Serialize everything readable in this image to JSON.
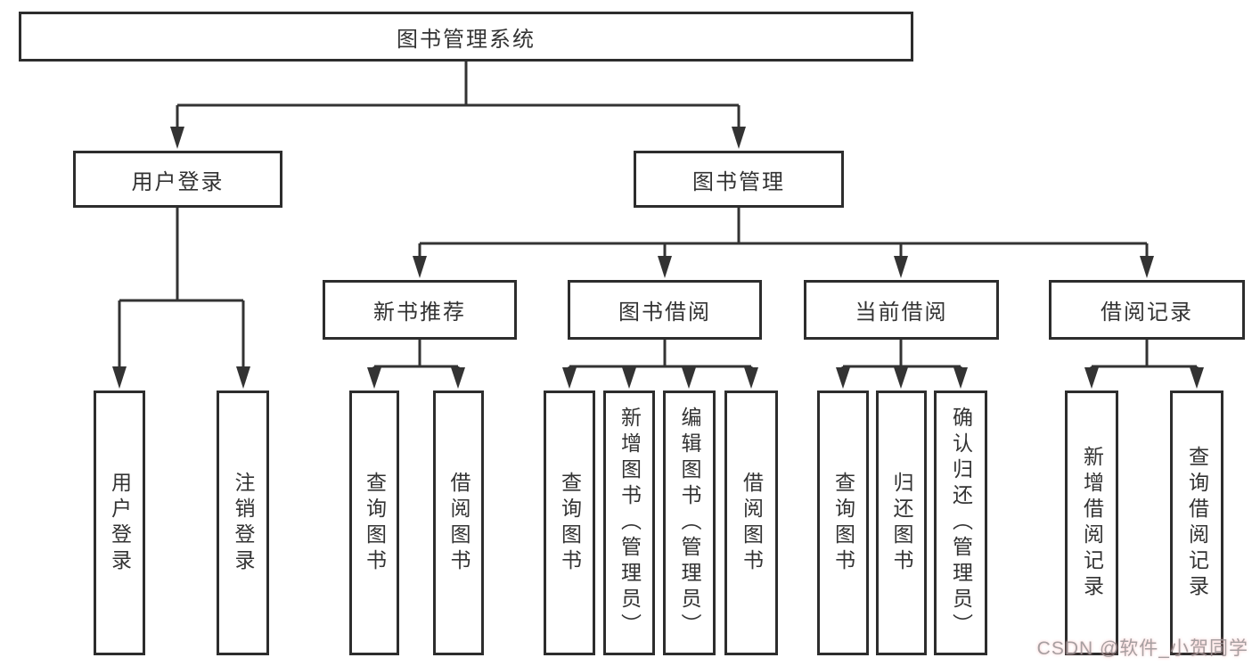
{
  "diagram": {
    "type": "hierarchy-tree",
    "title": "图书管理系统",
    "watermark": "CSDN @软件_小贺同学",
    "colors": {
      "background": "#ffffff",
      "line": "#333333",
      "box_border": "#2d2d2d",
      "text": "#333333",
      "watermark": "#9d9597"
    },
    "nodes": [
      {
        "id": "root",
        "label": "图书管理系统",
        "level": 1,
        "orientation": "horizontal"
      },
      {
        "id": "user-login",
        "label": "用户登录",
        "level": 2,
        "orientation": "horizontal"
      },
      {
        "id": "book-management",
        "label": "图书管理",
        "level": 2,
        "orientation": "horizontal"
      },
      {
        "id": "new-book-recommend",
        "label": "新书推荐",
        "level": 3,
        "orientation": "horizontal"
      },
      {
        "id": "book-borrowing",
        "label": "图书借阅",
        "level": 3,
        "orientation": "horizontal"
      },
      {
        "id": "current-borrowing",
        "label": "当前借阅",
        "level": 3,
        "orientation": "horizontal"
      },
      {
        "id": "borrowing-records",
        "label": "借阅记录",
        "level": 3,
        "orientation": "horizontal"
      },
      {
        "id": "leaf-user-login",
        "label": "用户登录",
        "level": 4,
        "orientation": "vertical"
      },
      {
        "id": "leaf-logout",
        "label": "注销登录",
        "level": 4,
        "orientation": "vertical"
      },
      {
        "id": "leaf-query-books-1",
        "label": "查询图书",
        "level": 4,
        "orientation": "vertical"
      },
      {
        "id": "leaf-borrow-books-1",
        "label": "借阅图书",
        "level": 4,
        "orientation": "vertical"
      },
      {
        "id": "leaf-query-books-2",
        "label": "查询图书",
        "level": 4,
        "orientation": "vertical"
      },
      {
        "id": "leaf-add-books",
        "label": "新增图书（管理员）",
        "level": 4,
        "orientation": "vertical"
      },
      {
        "id": "leaf-edit-books",
        "label": "编辑图书（管理员）",
        "level": 4,
        "orientation": "vertical"
      },
      {
        "id": "leaf-borrow-books-2",
        "label": "借阅图书",
        "level": 4,
        "orientation": "vertical"
      },
      {
        "id": "leaf-query-books-3",
        "label": "查询图书",
        "level": 4,
        "orientation": "vertical"
      },
      {
        "id": "leaf-return-books",
        "label": "归还图书",
        "level": 4,
        "orientation": "vertical"
      },
      {
        "id": "leaf-confirm-return",
        "label": "确认归还（管理员）",
        "level": 4,
        "orientation": "vertical"
      },
      {
        "id": "leaf-add-record",
        "label": "新增借阅记录",
        "level": 4,
        "orientation": "vertical"
      },
      {
        "id": "leaf-query-record",
        "label": "查询借阅记录",
        "level": 4,
        "orientation": "vertical"
      }
    ],
    "edges": [
      [
        "root",
        "user-login"
      ],
      [
        "root",
        "book-management"
      ],
      [
        "user-login",
        "leaf-user-login"
      ],
      [
        "user-login",
        "leaf-logout"
      ],
      [
        "book-management",
        "new-book-recommend"
      ],
      [
        "book-management",
        "book-borrowing"
      ],
      [
        "book-management",
        "current-borrowing"
      ],
      [
        "book-management",
        "borrowing-records"
      ],
      [
        "new-book-recommend",
        "leaf-query-books-1"
      ],
      [
        "new-book-recommend",
        "leaf-borrow-books-1"
      ],
      [
        "book-borrowing",
        "leaf-query-books-2"
      ],
      [
        "book-borrowing",
        "leaf-add-books"
      ],
      [
        "book-borrowing",
        "leaf-edit-books"
      ],
      [
        "book-borrowing",
        "leaf-borrow-books-2"
      ],
      [
        "current-borrowing",
        "leaf-query-books-3"
      ],
      [
        "current-borrowing",
        "leaf-return-books"
      ],
      [
        "current-borrowing",
        "leaf-confirm-return"
      ],
      [
        "borrowing-records",
        "leaf-add-record"
      ],
      [
        "borrowing-records",
        "leaf-query-record"
      ]
    ]
  }
}
